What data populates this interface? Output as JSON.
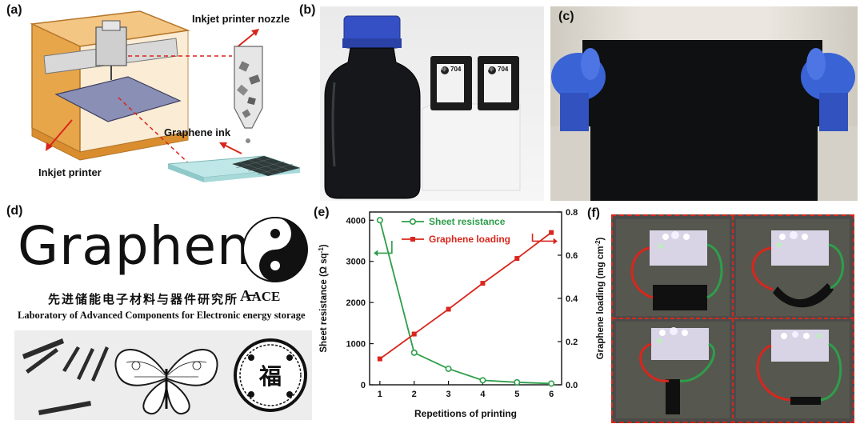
{
  "panels": {
    "a": "(a)",
    "b": "(b)",
    "c": "(c)",
    "d": "(d)",
    "e": "(e)",
    "f": "(f)"
  },
  "panel_a": {
    "nozzle_label": "Inkjet printer nozzle",
    "ink_label": "Graphene ink",
    "printer_label": "Inkjet printer"
  },
  "panel_b": {
    "cartridge_number": "704",
    "brand": "hp"
  },
  "panel_d": {
    "word": "Graphene",
    "cn_name": "先进储能电子材料与器件研究所",
    "ace": "ACE",
    "lab_name": "Laboratory of Advanced Components for Electronic energy storage",
    "seal": "福"
  },
  "colors": {
    "resistance": "#2e9e4a",
    "loading": "#d9261c",
    "frame_f": "#d9261c",
    "printer_wood": "#e8a64a",
    "glove": "#3a63d6"
  },
  "chart_data": {
    "type": "line",
    "x": [
      1,
      2,
      3,
      4,
      5,
      6
    ],
    "xlabel": "Repetitions of printing",
    "xticks": [
      "1",
      "2",
      "3",
      "4",
      "5",
      "6"
    ],
    "xlim": [
      0.7,
      6.3
    ],
    "y_left": {
      "label": "Sheet resistance (Ω sq",
      "label_sup": "-1",
      "label_end": ")",
      "lim": [
        0,
        4200
      ],
      "ticks": [
        "0",
        "1000",
        "2000",
        "3000",
        "4000"
      ]
    },
    "y_right": {
      "label": "Graphene loading (mg cm",
      "label_sup": "-2",
      "label_end": ")",
      "lim": [
        0,
        0.8
      ],
      "ticks": [
        "0.0",
        "0.2",
        "0.4",
        "0.6",
        "0.8"
      ]
    },
    "series": [
      {
        "name": "Sheet resistance",
        "axis": "left",
        "values": [
          4000,
          780,
          390,
          110,
          60,
          30
        ]
      },
      {
        "name": "Graphene loading",
        "axis": "right",
        "values": [
          0.12,
          0.235,
          0.35,
          0.47,
          0.585,
          0.705
        ]
      }
    ],
    "legend_position": "top"
  }
}
